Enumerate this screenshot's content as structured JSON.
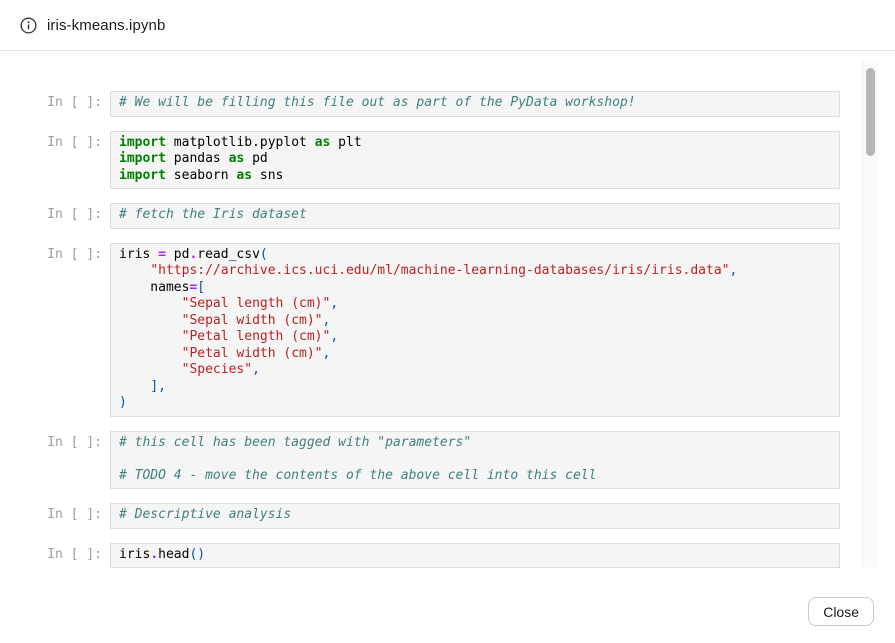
{
  "header": {
    "title": "iris-kmeans.ipynb"
  },
  "footer": {
    "close_label": "Close"
  },
  "colors": {
    "keyword": "#008000",
    "comment": "#408080",
    "string": "#BA2121",
    "operator": "#AA22FF",
    "punctuation": "#0055AA",
    "plain": "#000000",
    "prompt": "#9e9e9e",
    "cell_bg": "#f5f5f5",
    "cell_border": "#dcdcdc"
  },
  "notebook": {
    "prompt_label": "In [ ]:",
    "cells": [
      {
        "lines": [
          [
            {
              "t": "com",
              "v": "# We will be filling this file out as part of the PyData workshop!"
            }
          ]
        ]
      },
      {
        "lines": [
          [
            {
              "t": "kw",
              "v": "import"
            },
            {
              "t": "txt",
              "v": " matplotlib.pyplot "
            },
            {
              "t": "kw",
              "v": "as"
            },
            {
              "t": "txt",
              "v": " plt"
            }
          ],
          [
            {
              "t": "kw",
              "v": "import"
            },
            {
              "t": "txt",
              "v": " pandas "
            },
            {
              "t": "kw",
              "v": "as"
            },
            {
              "t": "txt",
              "v": " pd"
            }
          ],
          [
            {
              "t": "kw",
              "v": "import"
            },
            {
              "t": "txt",
              "v": " seaborn "
            },
            {
              "t": "kw",
              "v": "as"
            },
            {
              "t": "txt",
              "v": " sns"
            }
          ]
        ]
      },
      {
        "lines": [
          [
            {
              "t": "com",
              "v": "# fetch the Iris dataset"
            }
          ]
        ]
      },
      {
        "lines": [
          [
            {
              "t": "txt",
              "v": "iris "
            },
            {
              "t": "op",
              "v": "="
            },
            {
              "t": "txt",
              "v": " pd"
            },
            {
              "t": "op",
              "v": "."
            },
            {
              "t": "txt",
              "v": "read_csv"
            },
            {
              "t": "pun",
              "v": "("
            }
          ],
          [
            {
              "t": "txt",
              "v": "    "
            },
            {
              "t": "str",
              "v": "\"https://archive.ics.uci.edu/ml/machine-learning-databases/iris/iris.data\""
            },
            {
              "t": "pun",
              "v": ","
            }
          ],
          [
            {
              "t": "txt",
              "v": "    names"
            },
            {
              "t": "op",
              "v": "="
            },
            {
              "t": "pun",
              "v": "["
            }
          ],
          [
            {
              "t": "txt",
              "v": "        "
            },
            {
              "t": "str",
              "v": "\"Sepal length (cm)\""
            },
            {
              "t": "pun",
              "v": ","
            }
          ],
          [
            {
              "t": "txt",
              "v": "        "
            },
            {
              "t": "str",
              "v": "\"Sepal width (cm)\""
            },
            {
              "t": "pun",
              "v": ","
            }
          ],
          [
            {
              "t": "txt",
              "v": "        "
            },
            {
              "t": "str",
              "v": "\"Petal length (cm)\""
            },
            {
              "t": "pun",
              "v": ","
            }
          ],
          [
            {
              "t": "txt",
              "v": "        "
            },
            {
              "t": "str",
              "v": "\"Petal width (cm)\""
            },
            {
              "t": "pun",
              "v": ","
            }
          ],
          [
            {
              "t": "txt",
              "v": "        "
            },
            {
              "t": "str",
              "v": "\"Species\""
            },
            {
              "t": "pun",
              "v": ","
            }
          ],
          [
            {
              "t": "txt",
              "v": "    "
            },
            {
              "t": "pun",
              "v": "],"
            }
          ],
          [
            {
              "t": "pun",
              "v": ")"
            }
          ]
        ]
      },
      {
        "lines": [
          [
            {
              "t": "com",
              "v": "# this cell has been tagged with \"parameters\""
            }
          ],
          [],
          [
            {
              "t": "com",
              "v": "# TODO 4 - move the contents of the above cell into this cell"
            }
          ]
        ]
      },
      {
        "lines": [
          [
            {
              "t": "com",
              "v": "# Descriptive analysis"
            }
          ]
        ]
      },
      {
        "lines": [
          [
            {
              "t": "txt",
              "v": "iris"
            },
            {
              "t": "op",
              "v": "."
            },
            {
              "t": "txt",
              "v": "head"
            },
            {
              "t": "pun",
              "v": "()"
            }
          ]
        ]
      }
    ]
  }
}
